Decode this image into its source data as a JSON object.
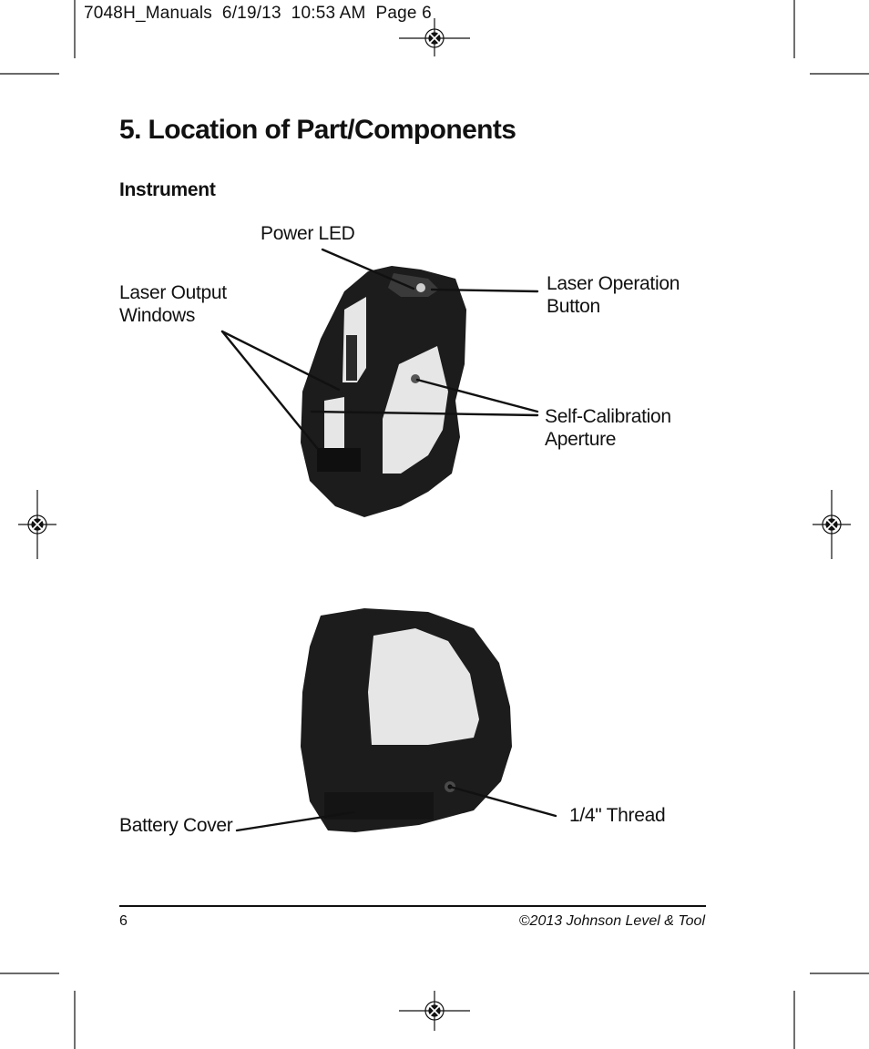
{
  "slug": "7048H_Manuals  6/19/13  10:53 AM  Page 6",
  "heading": {
    "title": "5. Location of Part/Components",
    "subtitle": "Instrument"
  },
  "callouts": {
    "power_led": "Power LED",
    "laser_output_line1": "Laser Output",
    "laser_output_line2": "Windows",
    "laser_button_line1": "Laser Operation",
    "laser_button_line2": "Button",
    "self_cal_line1": "Self-Calibration",
    "self_cal_line2": "Aperture",
    "battery_cover": "Battery Cover",
    "thread": "1/4\" Thread"
  },
  "footer": {
    "page_number": "6",
    "copyright": "©2013 Johnson Level & Tool"
  },
  "colors": {
    "ink": "#111111",
    "rubber": "#1c1c1c",
    "window": "#e6e6e6"
  }
}
